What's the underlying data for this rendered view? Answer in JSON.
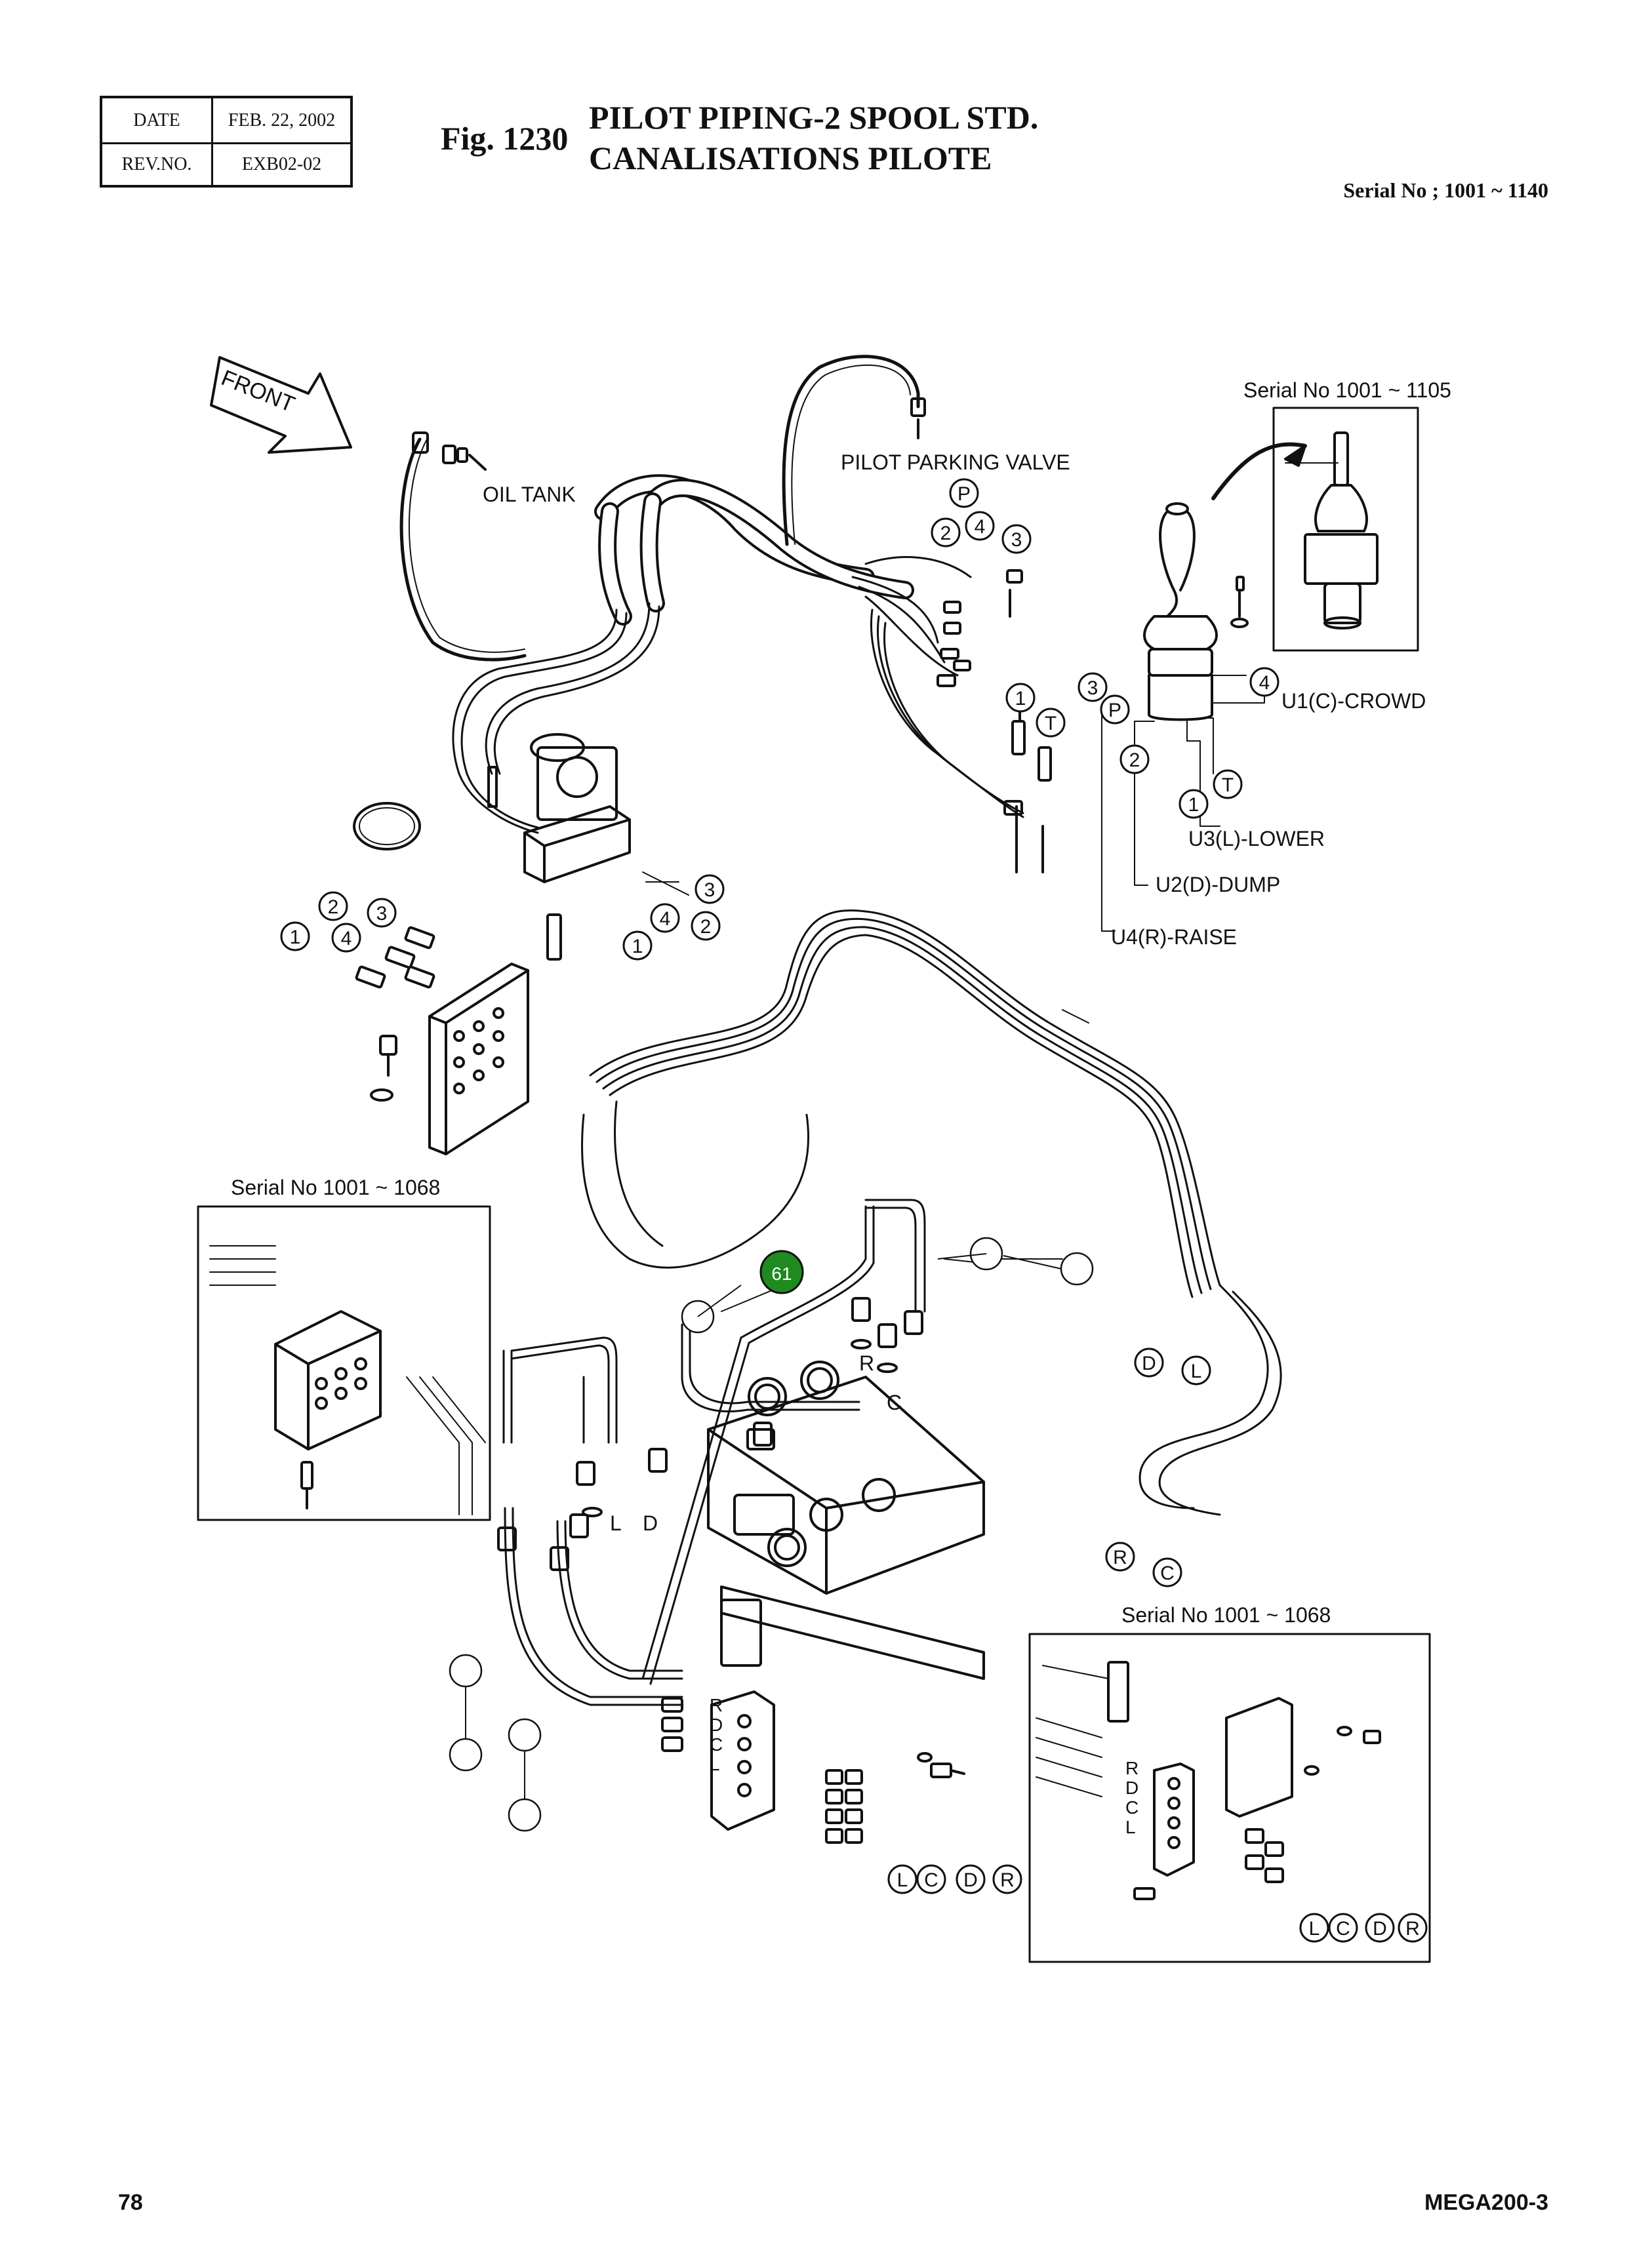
{
  "header": {
    "date_label": "DATE",
    "date_value": "FEB. 22, 2002",
    "rev_label": "REV.NO.",
    "rev_value": "EXB02-02",
    "fig_number": "Fig. 1230",
    "title_en": "PILOT PIPING-2 SPOOL STD.",
    "title_fr": "CANALISATIONS PILOTE",
    "serial": "Serial No ; 1001 ~ 1140"
  },
  "labels": {
    "front": "FRONT",
    "oil_tank": "OIL TANK",
    "pilot_parking_valve": "PILOT PARKING VALVE",
    "serial_1105": "Serial No 1001 ~ 1105",
    "serial_1068_left": "Serial No 1001 ~ 1068",
    "serial_1068_right": "Serial No 1001 ~ 1068",
    "u1": "U1(C)-CROWD",
    "u2": "U2(D)-DUMP",
    "u3": "U3(L)-LOWER",
    "u4": "U4(R)-RAISE",
    "badge": "61"
  },
  "circled": {
    "p": "P",
    "t": "T",
    "one": "1",
    "two": "2",
    "three": "3",
    "four": "4",
    "d": "D",
    "l": "L",
    "r": "R",
    "c": "C"
  },
  "letters": {
    "r": "R",
    "c": "C",
    "l": "L",
    "d": "D"
  },
  "footer": {
    "page_number": "78",
    "model": "MEGA200-3"
  },
  "colors": {
    "ink": "#111111",
    "badge_fill": "#1f8a1f",
    "badge_text": "#ffffff"
  }
}
